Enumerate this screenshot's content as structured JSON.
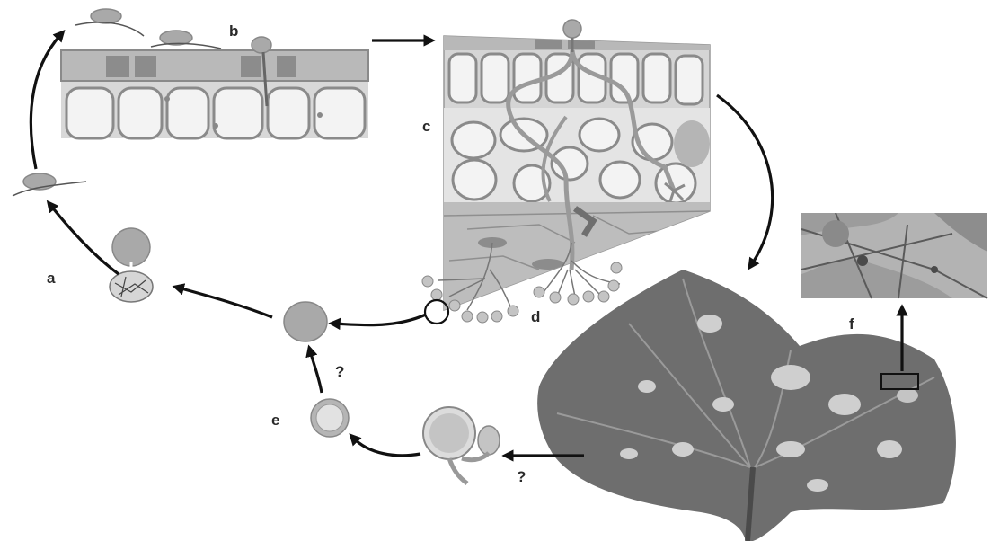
{
  "labels": {
    "a": "a",
    "b": "b",
    "c": "c",
    "d": "d",
    "e": "e",
    "f": "f",
    "q1": "?",
    "q2": "?"
  },
  "colors": {
    "arrow": "#111111",
    "cell_wall": "#8a8a8a",
    "cell_fill": "#f3f3f3",
    "tissue": "#c9c9c9",
    "spore": "#a9a9a9",
    "leaf": "#6e6e6e",
    "lesion": "#cfcfcf"
  }
}
